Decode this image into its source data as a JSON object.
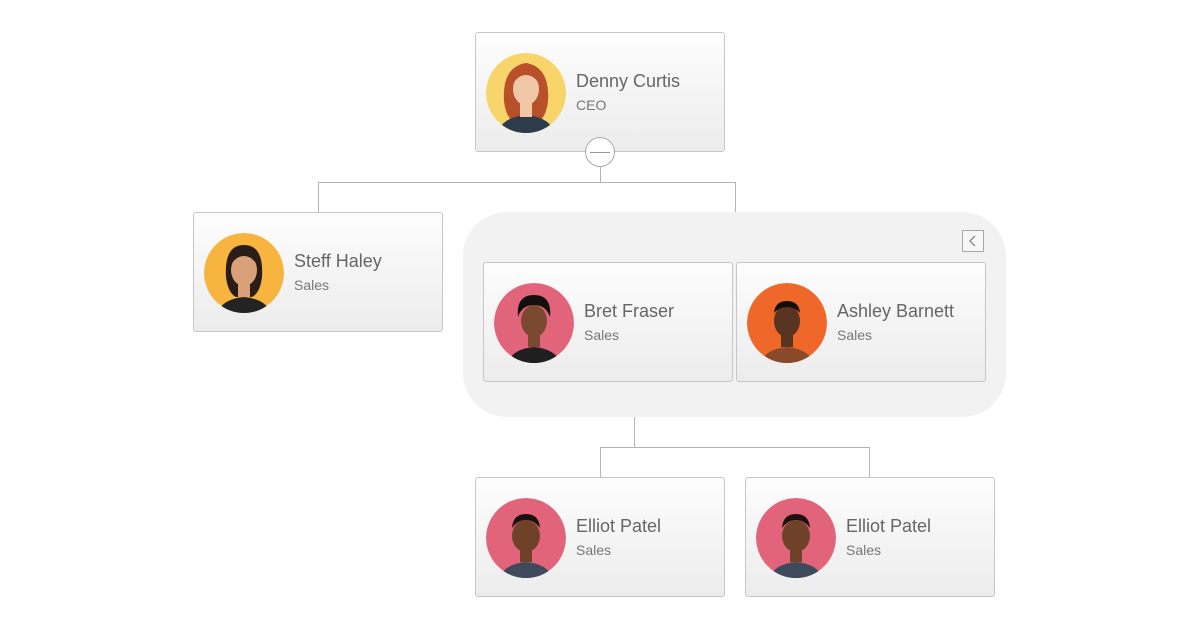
{
  "colors": {
    "avatar_yellow": "#f7d56b",
    "avatar_orange": "#f7b43e",
    "avatar_pink": "#e2647a",
    "avatar_deep_orange": "#f0672a",
    "connector": "#b4b4b4"
  },
  "nodes": [
    {
      "name": "Denny Curtis",
      "title": "CEO",
      "avatar_color": "#f7d56b",
      "hair": "#b8502a",
      "skin": "#f2c7a8",
      "cloth": "#2d3b4a"
    },
    {
      "name": "Steff Haley",
      "title": "Sales",
      "avatar_color": "#f7b43e",
      "hair": "#2a1d17",
      "skin": "#d9a07a",
      "cloth": "#232323"
    },
    {
      "name": "Bret Fraser",
      "title": "Sales",
      "avatar_color": "#e2647a",
      "hair": "#141010",
      "skin": "#7a4a30",
      "cloth": "#1f1f1f"
    },
    {
      "name": "Ashley Barnett",
      "title": "Sales",
      "avatar_color": "#f0672a",
      "hair": "#120d0b",
      "skin": "#5a3422",
      "cloth": "#8a4a2a"
    },
    {
      "name": "Elliot Patel",
      "title": "Sales",
      "avatar_color": "#e2647a",
      "hair": "#1a120e",
      "skin": "#6e4128",
      "cloth": "#3d4a5c"
    },
    {
      "name": "Elliot Patel",
      "title": "Sales",
      "avatar_color": "#e2647a",
      "hair": "#1a120e",
      "skin": "#6e4128",
      "cloth": "#3d4a5c"
    }
  ],
  "icons": {
    "collapse": "minus-icon",
    "group_toggle": "chevron-left-icon"
  }
}
